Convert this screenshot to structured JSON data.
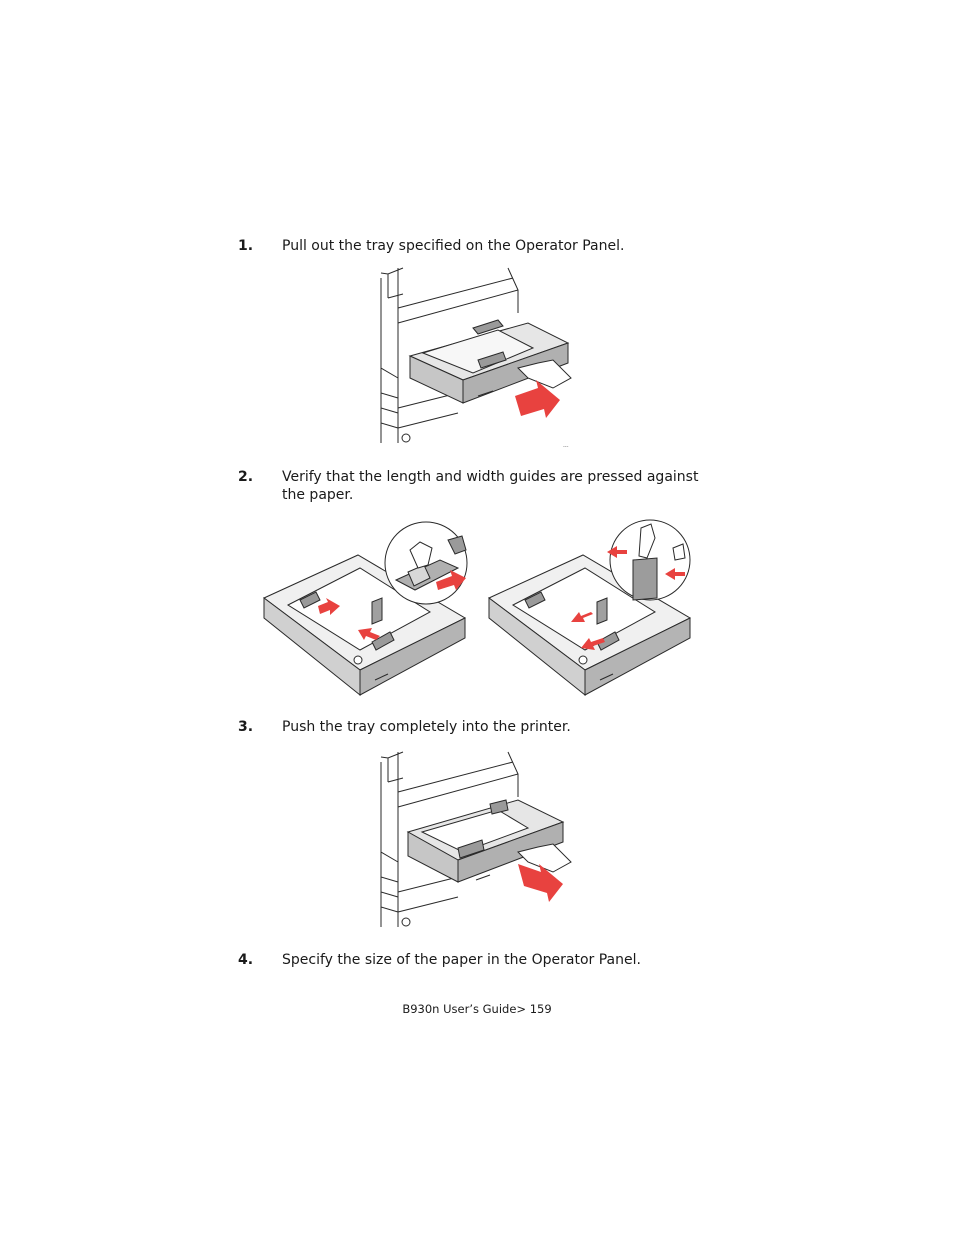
{
  "steps": [
    {
      "num": "1.",
      "text": "Pull out the tray specified on the Operator Panel."
    },
    {
      "num": "2.",
      "text": "Verify that the length and width guides are pressed against the paper."
    },
    {
      "num": "3.",
      "text": "Push the tray completely into the printer."
    },
    {
      "num": "4.",
      "text": "Specify the size of the paper in the Operator Panel."
    }
  ],
  "footer": "B930n User’s Guide> 159",
  "colors": {
    "arrow": "#e8423f",
    "tray_gray": "#b8b8b8",
    "line": "#2a2a2a"
  }
}
